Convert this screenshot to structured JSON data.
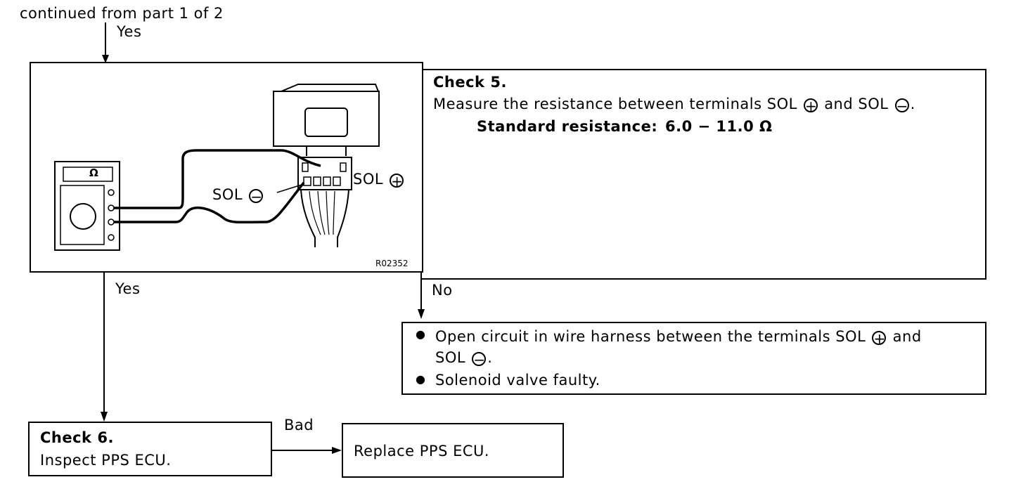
{
  "header": {
    "continued": "continued from part 1 of 2"
  },
  "labels": {
    "yes_top": "Yes",
    "yes_mid": "Yes",
    "no": "No",
    "bad": "Bad"
  },
  "figure": {
    "meter_symbol": "Ω",
    "sol_minus_text": "SOL",
    "sol_minus_sign": "−",
    "sol_plus_text": "SOL",
    "sol_plus_sign": "+",
    "code": "R02352"
  },
  "check5": {
    "title": "Check 5.",
    "line_a": "Measure the resistance between terminals SOL",
    "sign_plus": "+",
    "line_b": "and SOL",
    "sign_minus": "−",
    "line_c": ".",
    "standard_label": "Standard resistance:",
    "standard_value": "6.0 − 11.0 Ω"
  },
  "result_no": {
    "bullet1_a": "Open circuit in wire harness between the terminals SOL",
    "bullet1_plus": "+",
    "bullet1_b": "and",
    "bullet1_c": "SOL",
    "bullet1_minus": "−",
    "bullet1_d": ".",
    "bullet2": "Solenoid valve faulty."
  },
  "check6": {
    "title": "Check 6.",
    "text": "Inspect PPS ECU."
  },
  "replace": {
    "text": "Replace PPS ECU."
  }
}
